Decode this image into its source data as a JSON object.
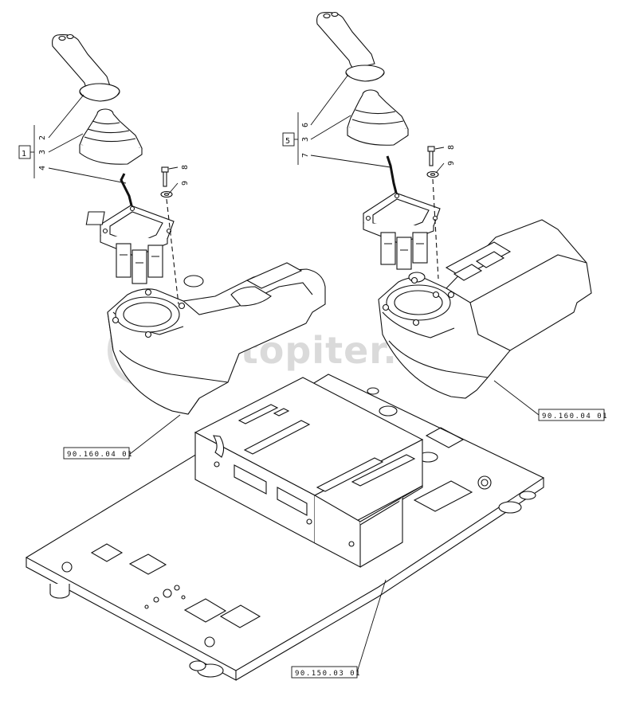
{
  "watermark": {
    "text": "autopiter.ru"
  },
  "left_assembly": {
    "group_box": "1",
    "callouts": [
      "2",
      "3",
      "4"
    ],
    "bolt_callouts": [
      "8",
      "9"
    ],
    "console_ref": "90.160.04 01"
  },
  "right_assembly": {
    "group_box": "5",
    "callouts": [
      "6",
      "3",
      "7"
    ],
    "bolt_callouts": [
      "8",
      "9"
    ],
    "console_ref": "90.160.04 01"
  },
  "platform": {
    "ref": "90.150.03 01"
  }
}
